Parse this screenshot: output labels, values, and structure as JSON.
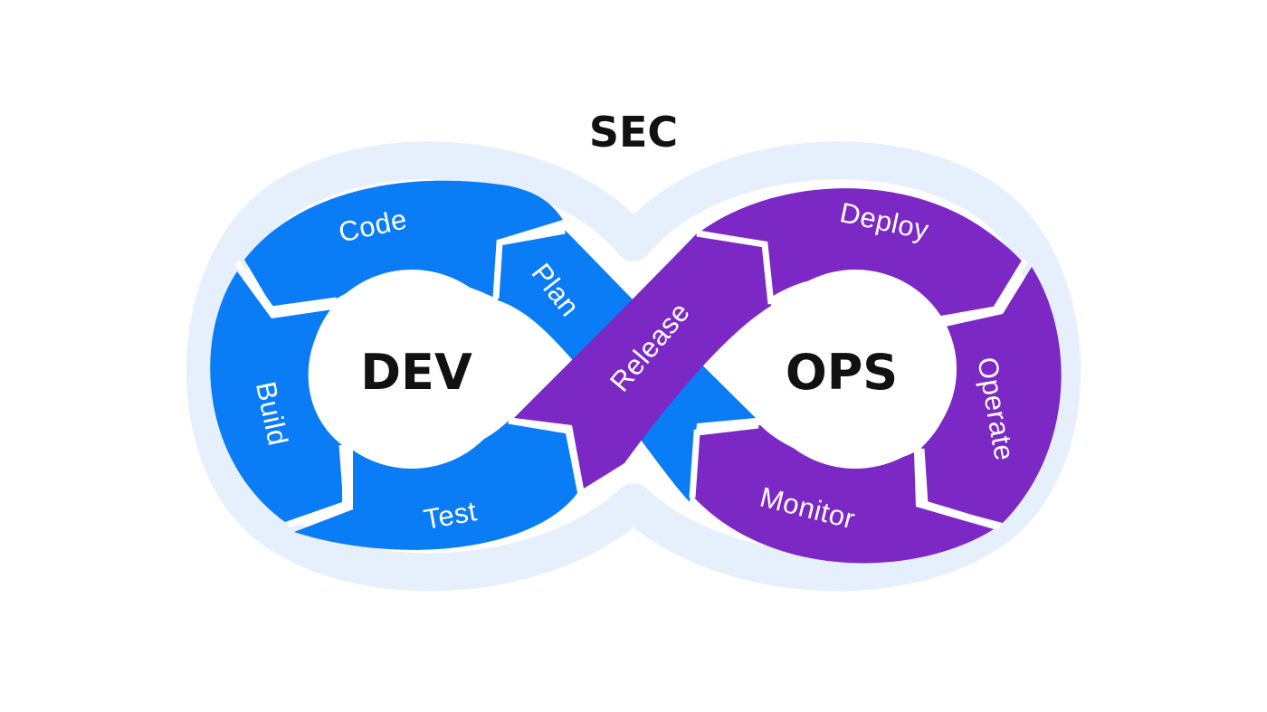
{
  "diagram": {
    "top_label": "SEC",
    "dev_label": "DEV",
    "ops_label": "OPS",
    "stages": {
      "plan": "Plan",
      "code": "Code",
      "build": "Build",
      "test": "Test",
      "release": "Release",
      "deploy": "Deploy",
      "operate": "Operate",
      "monitor": "Monitor"
    }
  },
  "colors": {
    "dev": "#0a7cf5",
    "ops": "#7c28c4",
    "halo": "#e6f0fd",
    "separator": "#ffffff",
    "text_dark": "#111111",
    "text_light": "#ffffff"
  }
}
